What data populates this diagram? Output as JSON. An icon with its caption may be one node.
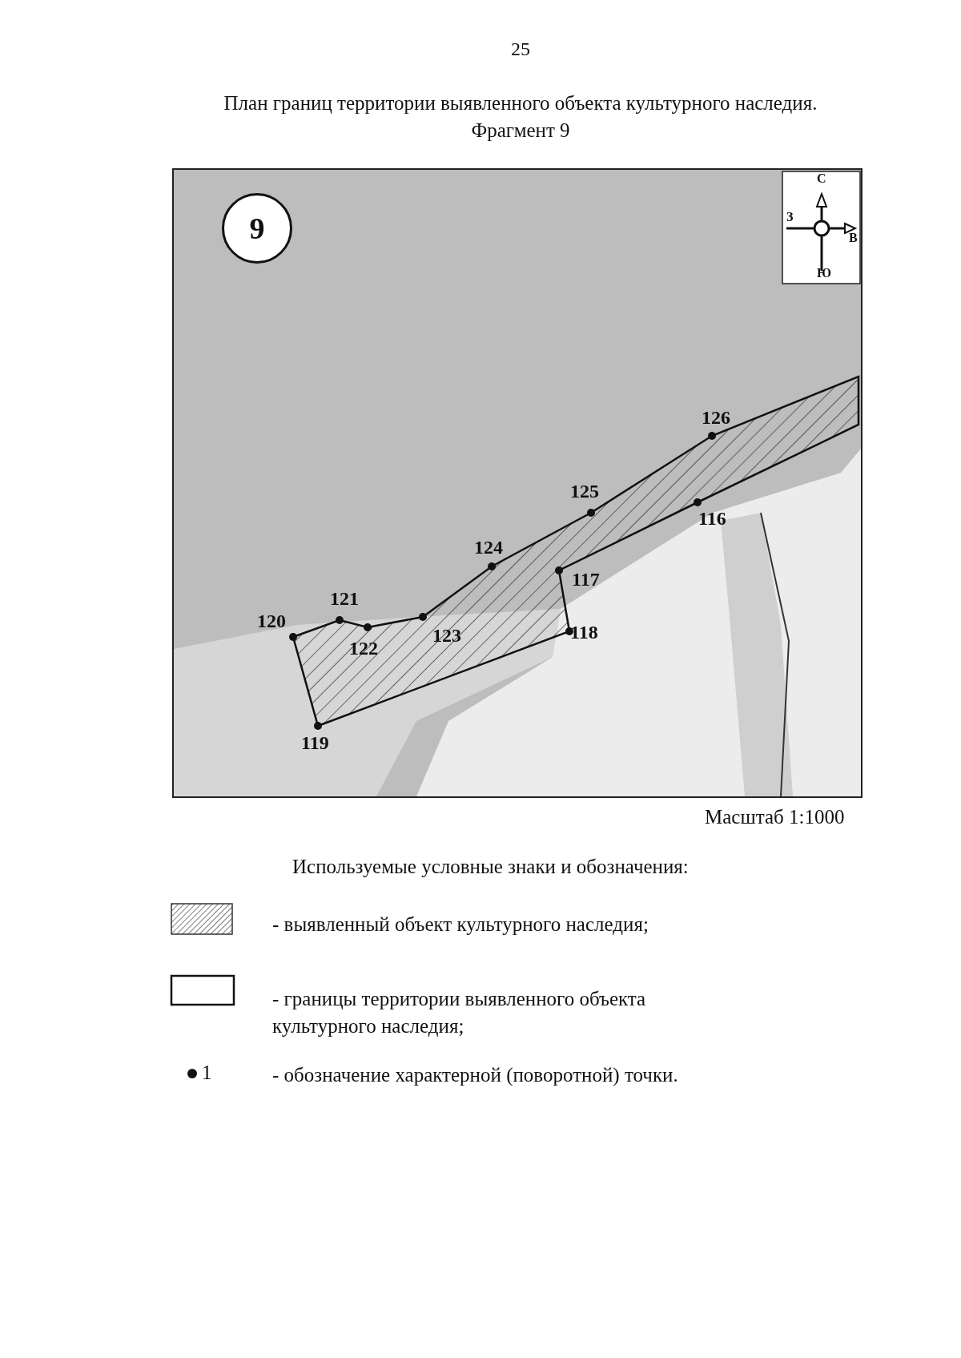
{
  "diagram": {
    "title": "План границ территории выявленного объекта культурного наследия. Фрагмент 9",
    "nodes": [
      {
        "text": [
          "9"
        ]
      }
    ],
    "edges": [],
    "labels": [
      "25",
      "С",
      "З",
      "В",
      "Ю",
      "126",
      "125",
      "124",
      "121",
      "120",
      "116",
      "117",
      "123",
      "122",
      "118",
      "119",
      "Масштаб 1:1000",
      "Используемые условные знаки и обозначения:",
      "1"
    ],
    "legend": [
      {
        "text": "- выявленный объект культурного наследия;"
      },
      {
        "text": "- границы территории выявленного объекта культурного наследия;"
      },
      {
        "text": "- обозначение характерной (поворотной) точки."
      }
    ]
  }
}
